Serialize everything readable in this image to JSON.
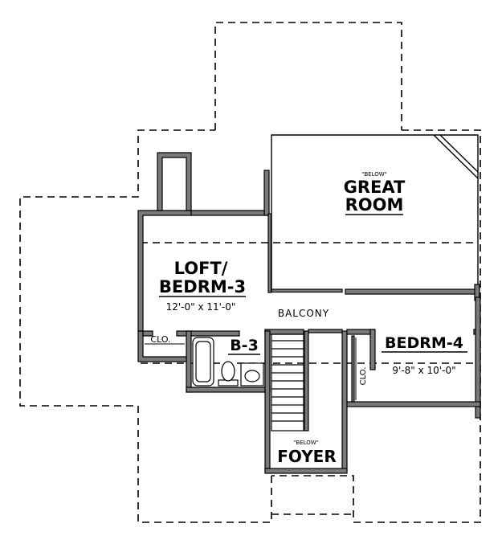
{
  "colors": {
    "wall": "#000000",
    "wall_fill": "#7a7a7a",
    "background": "#ffffff"
  },
  "rooms": {
    "great_room": {
      "note": "\"BELOW\"",
      "line1": "GREAT",
      "line2": "ROOM"
    },
    "loft": {
      "line1": "LOFT/",
      "line2": "BEDRM-3",
      "dims": "12'-0\" x 11'-0\""
    },
    "balcony": {
      "label": "BALCONY"
    },
    "bath": {
      "label": "B-3"
    },
    "closet_loft": {
      "label": "CLO."
    },
    "bedrm4": {
      "label": "BEDRM-4",
      "dims": "9'-8\" x 10'-0\""
    },
    "closet_bed4": {
      "label": "CLO."
    },
    "foyer": {
      "note": "\"BELOW\"",
      "label": "FOYER"
    }
  }
}
